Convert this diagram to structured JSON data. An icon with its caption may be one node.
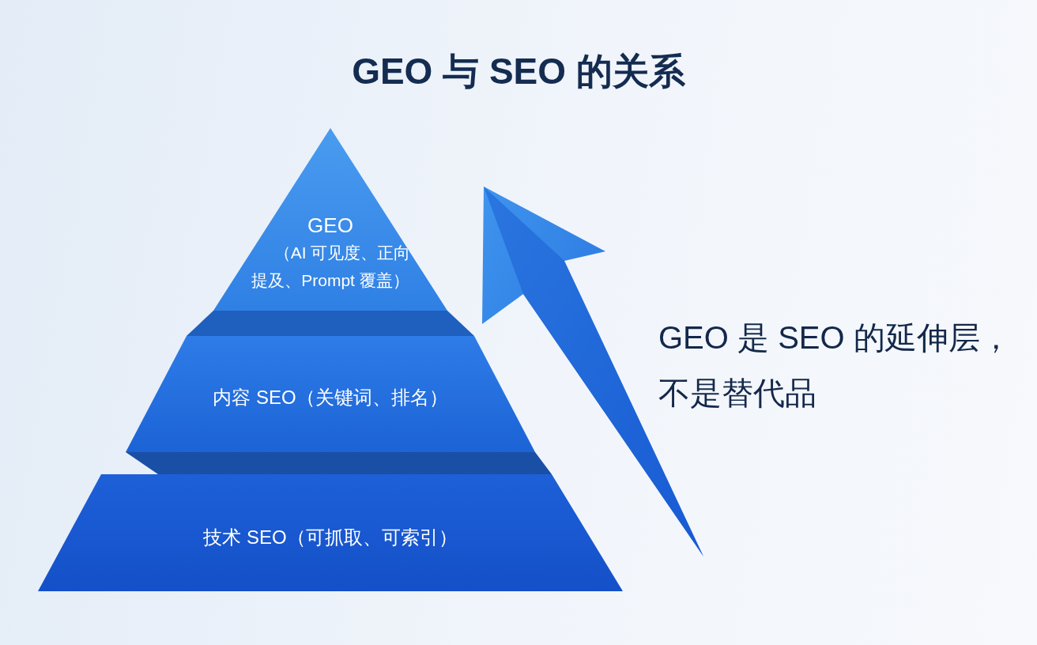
{
  "diagram": {
    "title": "GEO 与 SEO 的关系",
    "nodes": [
      {
        "text": [
          "GEO",
          "（AI 可见度、正向提及、Prompt 覆盖）"
        ]
      },
      {
        "text": [
          "内容 SEO（关键词、排名）"
        ]
      },
      {
        "text": [
          "技术 SEO（可抓取、可索引）"
        ]
      }
    ],
    "labels": [
      "GEO 是 SEO 的延伸层，不是替代品"
    ]
  }
}
